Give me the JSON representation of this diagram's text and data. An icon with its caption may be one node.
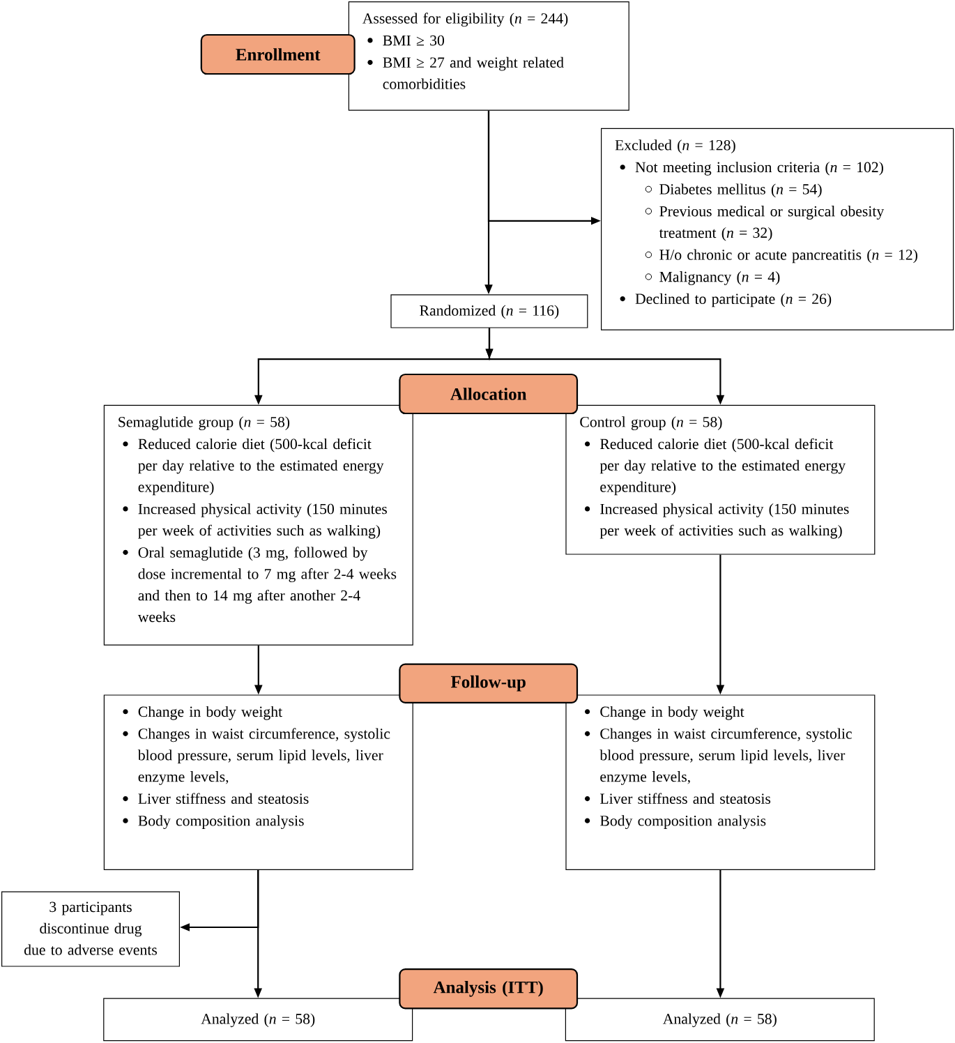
{
  "diagram": {
    "nodes": [
      {
        "text": [
          "Enrollment"
        ]
      },
      {
        "text": [
          "Assessed for eligibility (*n* = 244)",
          "BMI ≥ 30",
          "BMI ≥ 27 and weight related comorbidities"
        ]
      },
      {
        "text": [
          "Excluded (*n* = 128)",
          "Not meeting inclusion criteria (*n* = 102)",
          "Diabetes mellitus (*n* = 54)",
          "Previous medical or surgical obesity treatment (*n* = 32)",
          "H/o chronic or acute pancreatitis (*n* = 12)",
          "Malignancy (*n* = 4)",
          "Declined to participate (*n* = 26)"
        ]
      },
      {
        "text": [
          "Randomized (*n* = 116)"
        ]
      },
      {
        "text": [
          "Allocation"
        ]
      },
      {
        "text": [
          "Semaglutide group (*n* = 58)",
          "Reduced calorie diet (500-kcal deficit per day relative to the estimated energy expenditure)",
          "Increased physical activity (150 minutes per week of activities such as walking)",
          "Oral semaglutide (3 mg, followed by dose incremental to 7 mg after 2-4 weeks and then to 14 mg after another 2-4 weeks"
        ]
      },
      {
        "text": [
          "Control group (*n* = 58)",
          "Reduced calorie diet (500-kcal deficit per day relative to the estimated energy expenditure)",
          "Increased physical activity (150 minutes per week of activities such as walking)"
        ]
      },
      {
        "text": [
          "Follow-up"
        ]
      },
      {
        "text": [
          "Change in body weight",
          "Changes in waist circumference, systolic blood pressure, serum lipid levels, liver enzyme levels,",
          "Liver stiffness and steatosis",
          "Body composition analysis"
        ]
      },
      {
        "text": [
          "Change in body weight",
          "Changes in waist circumference, systolic blood pressure, serum lipid levels, liver enzyme levels,",
          "Liver stiffness and steatosis",
          "Body composition analysis"
        ]
      },
      {
        "text": [
          "3 participants discontinue drug due to adverse events"
        ]
      },
      {
        "text": [
          "Analysis (ITT)"
        ]
      },
      {
        "text": [
          "Analyzed (*n* = 58)"
        ]
      },
      {
        "text": [
          "Analyzed (*n* = 58)"
        ]
      }
    ],
    "edges": [
      {
        "from": 1,
        "to": 3,
        "arrow": "to"
      },
      {
        "from": 1,
        "to": 2,
        "arrow": "to"
      },
      {
        "from": 3,
        "to": 5,
        "arrow": "to"
      },
      {
        "from": 3,
        "to": 6,
        "arrow": "to"
      },
      {
        "from": 5,
        "to": 8,
        "arrow": "to"
      },
      {
        "from": 6,
        "to": 9,
        "arrow": "to"
      },
      {
        "from": 8,
        "to": 12,
        "arrow": "to"
      },
      {
        "from": 8,
        "to": 10,
        "arrow": "to"
      },
      {
        "from": 9,
        "to": 13,
        "arrow": "to"
      }
    ]
  }
}
